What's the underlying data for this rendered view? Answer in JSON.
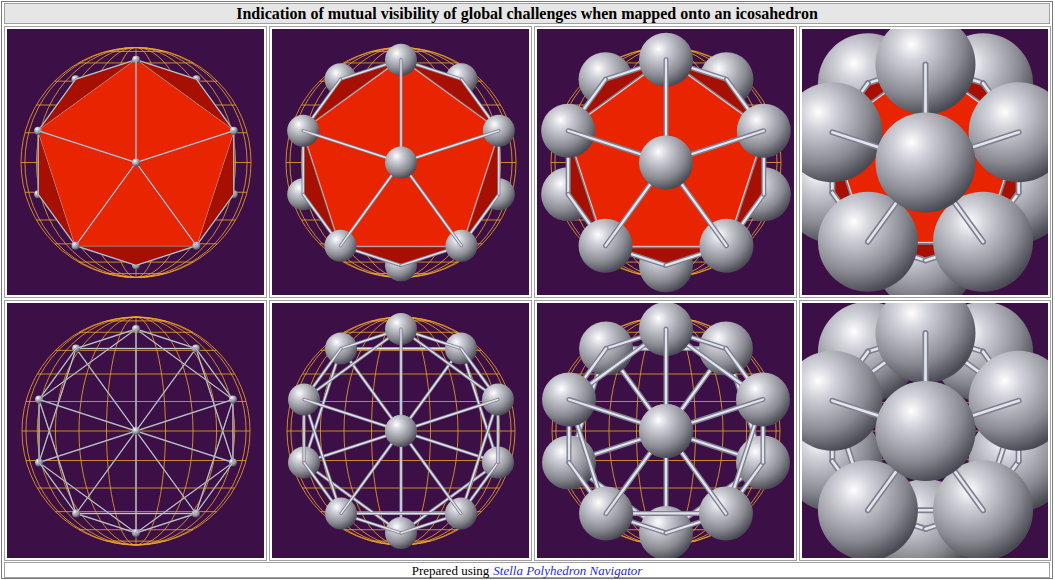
{
  "diagram": {
    "title": "Indication of mutual visibility of global challenges when mapped onto an icosahedron",
    "caption": "Prepared using",
    "labels": [
      "Stella Polyhedron Navigator"
    ]
  }
}
